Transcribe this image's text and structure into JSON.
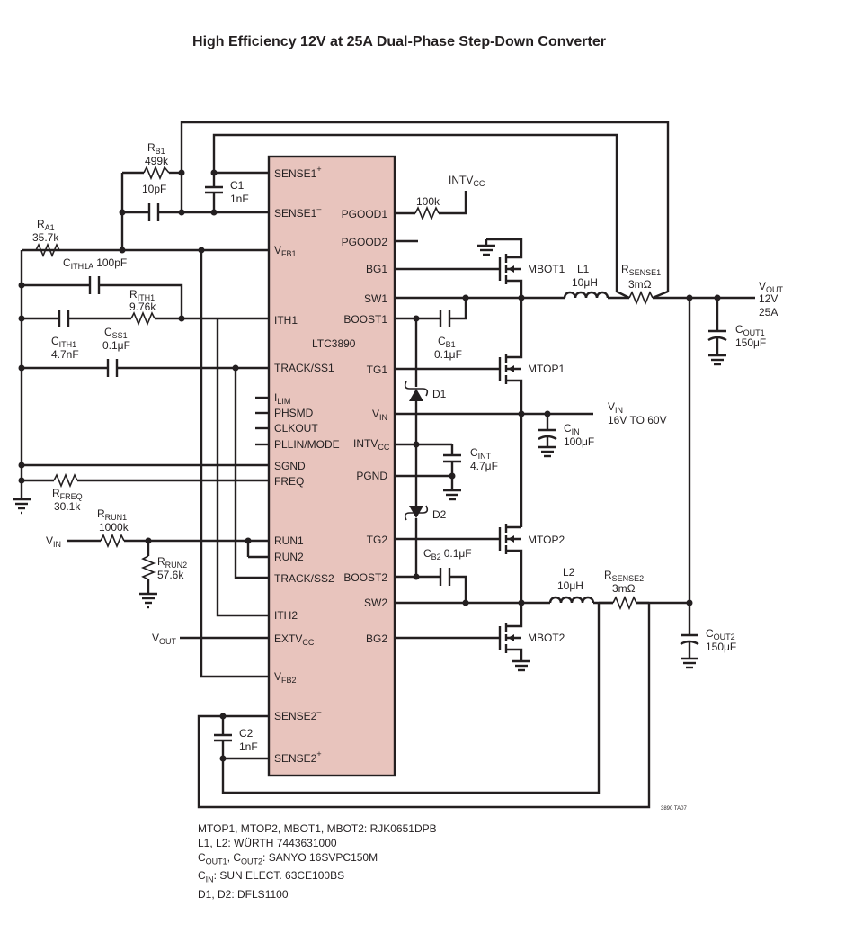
{
  "title": "High Efficiency 12V at 25A Dual-Phase Step-Down Converter",
  "ic": {
    "name": "LTC3890",
    "color": "#e8c4bd",
    "pins_left": {
      "sense1p": "SENSE1",
      "sense1n": "SENSE1",
      "vfb1": "V",
      "vfb1_sub": "FB1",
      "ith1": "ITH1",
      "track_ss1": "TRACK/SS1",
      "ilim": "I",
      "ilim_sub": "LIM",
      "phsmd": "PHSMD",
      "clkout": "CLKOUT",
      "pllin_mode": "PLLIN/MODE",
      "sgnd": "SGND",
      "freq": "FREQ",
      "run1": "RUN1",
      "run2": "RUN2",
      "track_ss2": "TRACK/SS2",
      "ith2": "ITH2",
      "extvcc": "EXTV",
      "extvcc_sub": "CC",
      "vfb2": "V",
      "vfb2_sub": "FB2",
      "sense2n": "SENSE2",
      "sense2p": "SENSE2"
    },
    "pins_right": {
      "pgood1": "PGOOD1",
      "pgood2": "PGOOD2",
      "bg1": "BG1",
      "sw1": "SW1",
      "boost1": "BOOST1",
      "tg1": "TG1",
      "vin": "V",
      "vin_sub": "IN",
      "intvcc": "INTV",
      "intvcc_sub": "CC",
      "pgnd": "PGND",
      "tg2": "TG2",
      "boost2": "BOOST2",
      "sw2": "SW2",
      "bg2": "BG2"
    },
    "sup_plus": "+",
    "sup_minus": "–"
  },
  "components": {
    "rb1_main": "R",
    "rb1_sub": "B1",
    "rb1_value": "499k",
    "c10pf": "10pF",
    "c1_name": "C1",
    "c1_value": "1nF",
    "intvcc_main": "INTV",
    "intvcc_sub": "CC",
    "r100k": "100k",
    "ra1_main": "R",
    "ra1_sub": "A1",
    "ra1_value": "35.7k",
    "cith1a_main": "C",
    "cith1a_sub": "ITH1A",
    "cith1a_value": "100pF",
    "rith1_main": "R",
    "rith1_sub": "ITH1",
    "rith1_value": "9.76k",
    "cith1_main": "C",
    "cith1_sub": "ITH1",
    "cith1_value": "4.7nF",
    "css1_main": "C",
    "css1_sub": "SS1",
    "css1_value": "0.1μF",
    "rfreq_main": "R",
    "rfreq_sub": "FREQ",
    "rfreq_value": "30.1k",
    "vin_left_main": "V",
    "vin_left_sub": "IN",
    "rrun1_main": "R",
    "rrun1_sub": "RUN1",
    "rrun1_value": "1000k",
    "rrun2_main": "R",
    "rrun2_sub": "RUN2",
    "rrun2_value": "57.6k",
    "vout_left_main": "V",
    "vout_left_sub": "OUT",
    "c2_name": "C2",
    "c2_value": "1nF",
    "mbot1": "MBOT1",
    "mtop1": "MTOP1",
    "mtop2": "MTOP2",
    "mbot2": "MBOT2",
    "l1_name": "L1",
    "l1_value": "10μH",
    "l2_name": "L2",
    "l2_value": "10μH",
    "rsense1_main": "R",
    "rsense1_sub": "SENSE1",
    "rsense1_value": "3mΩ",
    "rsense2_main": "R",
    "rsense2_sub": "SENSE2",
    "rsense2_value": "3mΩ",
    "vout_main": "V",
    "vout_sub": "OUT",
    "vout_v": "12V",
    "vout_a": "25A",
    "cout1_main": "C",
    "cout1_sub": "OUT1",
    "cout1_value": "150μF",
    "cout2_main": "C",
    "cout2_sub": "OUT2",
    "cout2_value": "150μF",
    "cb1_main": "C",
    "cb1_sub": "B1",
    "cb1_value": "0.1μF",
    "cb2_main": "C",
    "cb2_sub": "B2",
    "cb2_value": "0.1μF",
    "d1": "D1",
    "d2": "D2",
    "vin_right_main": "V",
    "vin_right_sub": "IN",
    "vin_range": "16V TO 60V",
    "cin_main": "C",
    "cin_sub": "IN",
    "cin_value": "100μF",
    "cint_main": "C",
    "cint_sub": "INT",
    "cint_value": "4.7μF",
    "fig_code": "3890 TA07"
  },
  "notes": {
    "line1": "MTOP1, MTOP2, MBOT1, MBOT2: RJK0651DPB",
    "line2": "L1, L2: WÜRTH 7443631000",
    "line3_a": "C",
    "line3_a_sub": "OUT1",
    "line3_b": ", C",
    "line3_b_sub": "OUT2",
    "line3_c": ": SANYO 16SVPC150M",
    "line4_a": "C",
    "line4_a_sub": "IN",
    "line4_b": ": SUN ELECT. 63CE100BS",
    "line5": "D1, D2: DFLS1100"
  }
}
